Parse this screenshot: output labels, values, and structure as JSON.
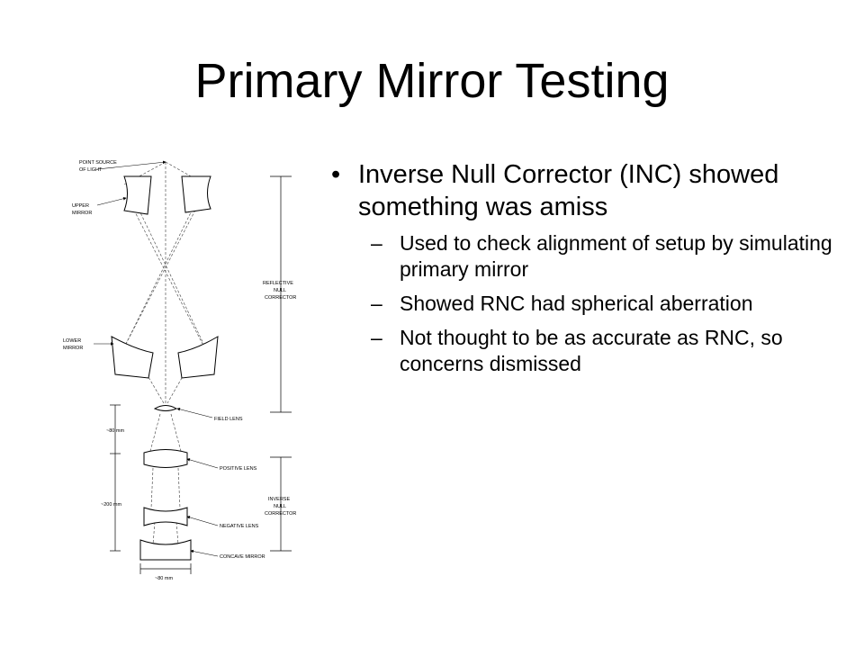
{
  "slide": {
    "title": "Primary Mirror Testing"
  },
  "bullets": {
    "main": {
      "marker": "•",
      "text": "Inverse Null Corrector (INC) showed something was amiss"
    },
    "sub": [
      {
        "marker": "–",
        "text": "Used to check alignment of setup by simulating primary mirror"
      },
      {
        "marker": "–",
        "text": "Showed RNC had spherical aberration"
      },
      {
        "marker": "–",
        "text": "Not thought to be as accurate as RNC, so concerns dismissed"
      }
    ]
  },
  "diagram": {
    "labels": {
      "point_source_1": "POINT SOURCE",
      "point_source_2": "OF LIGHT",
      "upper_mirror_1": "UPPER",
      "upper_mirror_2": "MIRROR",
      "lower_mirror_1": "LOWER",
      "lower_mirror_2": "MIRROR",
      "reflective_1": "REFLECTIVE",
      "reflective_2": "NULL",
      "reflective_3": "CORRECTOR",
      "field_lens": "FIELD LENS",
      "positive_lens": "POSITIVE LENS",
      "negative_lens": "NEGATIVE LENS",
      "concave_mirror": "CONCAVE MIRROR",
      "inverse_1": "INVERSE",
      "inverse_2": "NULL",
      "inverse_3": "CORRECTOR",
      "dim_80_left": "~80 mm",
      "dim_200": "~200 mm",
      "dim_80_bottom": "~80 mm"
    }
  }
}
